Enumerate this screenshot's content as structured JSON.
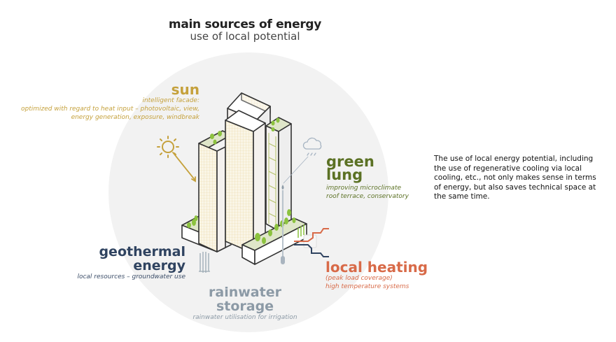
{
  "header": {
    "title": "main sources of energy",
    "subtitle": "use of local potential"
  },
  "labels": {
    "sun": {
      "title": "sun",
      "lines": [
        "intelligent facade:",
        "optimized with regard to heat input – photovoltaic, view,",
        "energy generation, exposure, windbreak"
      ],
      "color": "#c5a13c"
    },
    "green_lung": {
      "title_lines": [
        "green",
        "lung"
      ],
      "lines": [
        "improving microclimate",
        "roof terrace, conservatory"
      ],
      "color": "#5b7124"
    },
    "geothermal": {
      "title": "geothermal energy",
      "lines": [
        "local resources – groundwater use"
      ],
      "color": "#2f4360"
    },
    "rainwater": {
      "title_lines": [
        "rainwater",
        "storage"
      ],
      "lines": [
        "rainwater utilisation for irrigation"
      ],
      "color": "#8c9aa6"
    },
    "local_heating": {
      "title": "local heating",
      "lines": [
        "(peak load coverage)",
        "high temperature systems"
      ],
      "color": "#d86a48"
    }
  },
  "description": "The use of local energy potential, including the use of regenerative cooling via local cooling, etc., not only makes sense in terms of energy, but also saves technical space at the same time.",
  "icons": [
    "sun-icon",
    "cloud-rain-icon",
    "water-drop-icon",
    "heat-exchanger-icon",
    "geothermal-probe-icon",
    "building-illustration"
  ]
}
